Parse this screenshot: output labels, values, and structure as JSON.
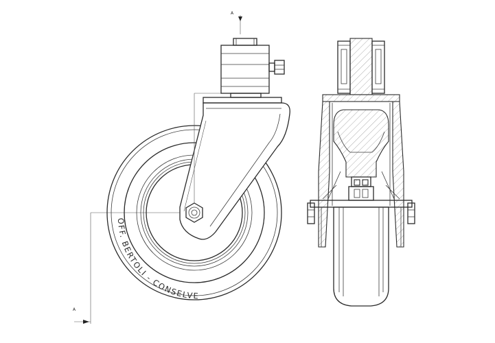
{
  "drawing": {
    "section_label_top": "A",
    "section_label_bottom": "A",
    "tread_text": "OFF. BERTOLI - CONSELVE"
  }
}
